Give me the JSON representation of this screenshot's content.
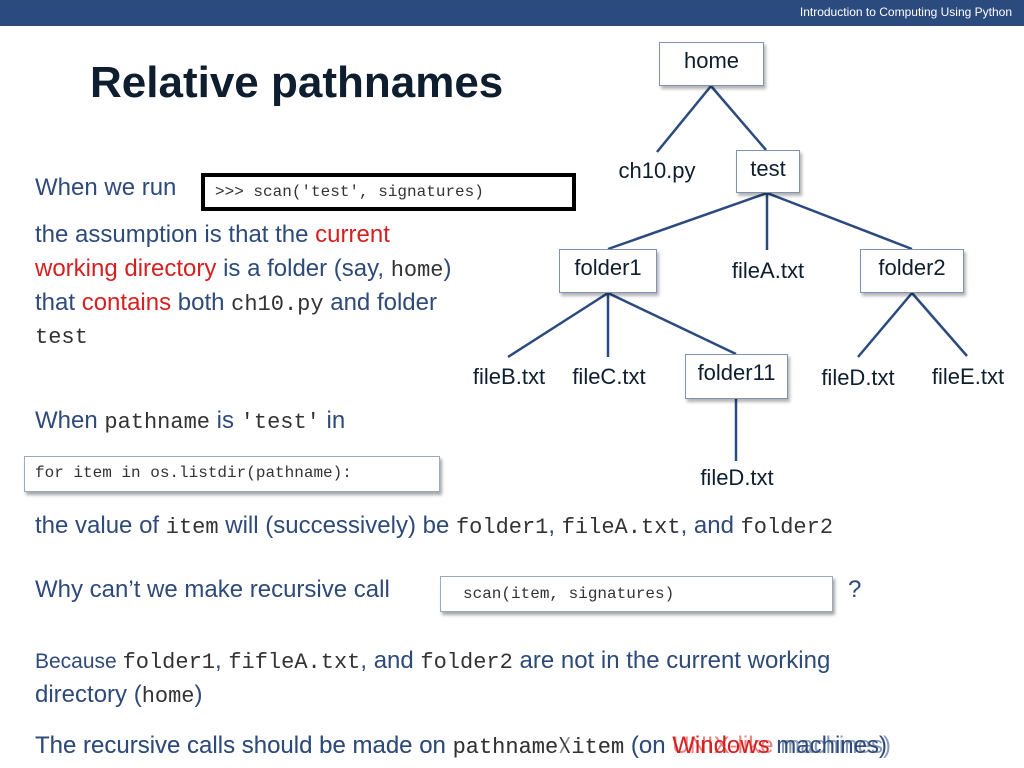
{
  "header": {
    "course": "Introduction to Computing Using Python"
  },
  "title": "Relative pathnames",
  "intro": {
    "when_we_run": "When we run",
    "scan_code": ">>> scan('test', signatures)",
    "line1a": "the assumption is that the ",
    "line1b": "current",
    "line2a": "working directory",
    "line2b": " is a folder (say, ",
    "line2c": "home",
    "line2d": ")",
    "line3a": "that ",
    "line3b": "contains",
    "line3c": " both ",
    "line3d": "ch10.py",
    "line3e": " and folder",
    "line4": "test"
  },
  "pathname_line": {
    "a": "When ",
    "b": "pathname",
    "c": " is ",
    "d": "'test'",
    "e": " in"
  },
  "for_code": "for item in os.listdir(pathname):",
  "value_line": {
    "a": "the value of ",
    "b": "item",
    "c": " will (successively) be ",
    "d": "folder1",
    "e": ", ",
    "f": "fileA.txt",
    "g": ", and ",
    "h": "folder2"
  },
  "why_line": {
    "a": "Why can’t we make recursive call",
    "code": "scan(item, signatures)",
    "q": "?"
  },
  "because": {
    "a": "Because ",
    "b": "folder1",
    "c": ", ",
    "d": "fifleA.txt",
    "e": ", and ",
    "f": "folder2",
    "g": " are not in the current working",
    "h": "directory (",
    "i": "home",
    "j": ")"
  },
  "recursive_line": {
    "a": "The recursive calls should be made on ",
    "b": "pathname\\item",
    "c": " (on ",
    "d": "Windows",
    "e": " machines)",
    "ghost_a": "The recursive calls should be made on ",
    "ghost_b": "pathname/item",
    "ghost_c": " (on ",
    "ghost_d": "UNIX-like",
    "ghost_e": " machines)"
  },
  "tree": {
    "home": "home",
    "ch10": "ch10.py",
    "test": "test",
    "folder1": "folder1",
    "fileA": "fileA.txt",
    "folder2": "folder2",
    "fileB": "fileB.txt",
    "fileC": "fileC.txt",
    "folder11": "folder11",
    "fileD_sub": "fileD.txt",
    "fileD": "fileD.txt",
    "fileE": "fileE.txt"
  },
  "colors": {
    "header_bg": "#2b4a7e",
    "body_text": "#2e4a7a",
    "emphasis": "#d62020",
    "title": "#0e1e2f",
    "tree_line": "#2b4a7e"
  }
}
